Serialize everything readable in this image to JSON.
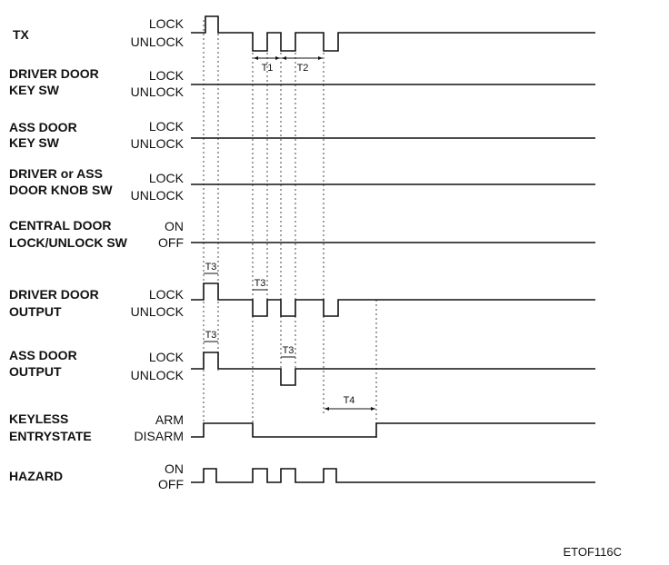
{
  "signals": [
    {
      "id": "tx",
      "name": [
        "TX"
      ],
      "levels": [
        "LOCK",
        "UNLOCK"
      ]
    },
    {
      "id": "driver-door-key-sw",
      "name": [
        "DRIVER DOOR",
        "KEY SW"
      ],
      "levels": [
        "LOCK",
        "UNLOCK"
      ]
    },
    {
      "id": "ass-door-key-sw",
      "name": [
        "ASS DOOR",
        "KEY SW"
      ],
      "levels": [
        "LOCK",
        "UNLOCK"
      ]
    },
    {
      "id": "door-knob-sw",
      "name": [
        "DRIVER or ASS",
        "DOOR KNOB SW"
      ],
      "levels": [
        "LOCK",
        "UNLOCK"
      ]
    },
    {
      "id": "central-door-sw",
      "name": [
        "CENTRAL DOOR",
        "LOCK/UNLOCK SW"
      ],
      "levels": [
        "ON",
        "OFF"
      ]
    },
    {
      "id": "driver-door-output",
      "name": [
        "DRIVER DOOR",
        "OUTPUT"
      ],
      "levels": [
        "LOCK",
        "UNLOCK"
      ]
    },
    {
      "id": "ass-door-output",
      "name": [
        "ASS DOOR",
        "OUTPUT"
      ],
      "levels": [
        "LOCK",
        "UNLOCK"
      ]
    },
    {
      "id": "keyless-entry-state",
      "name": [
        "KEYLESS",
        "ENTRYSTATE"
      ],
      "levels": [
        "ARM",
        "DISARM"
      ]
    },
    {
      "id": "hazard",
      "name": [
        "HAZARD"
      ],
      "levels": [
        "ON",
        "OFF"
      ]
    }
  ],
  "timing_labels": {
    "t1": "T1",
    "t2": "T2",
    "t3_driver_lock": "T3",
    "t3_driver_unlock": "T3",
    "t3_ass_lock": "T3",
    "t3_ass_unlock": "T3",
    "t4": "T4"
  },
  "figure_code": "ETOF116C"
}
